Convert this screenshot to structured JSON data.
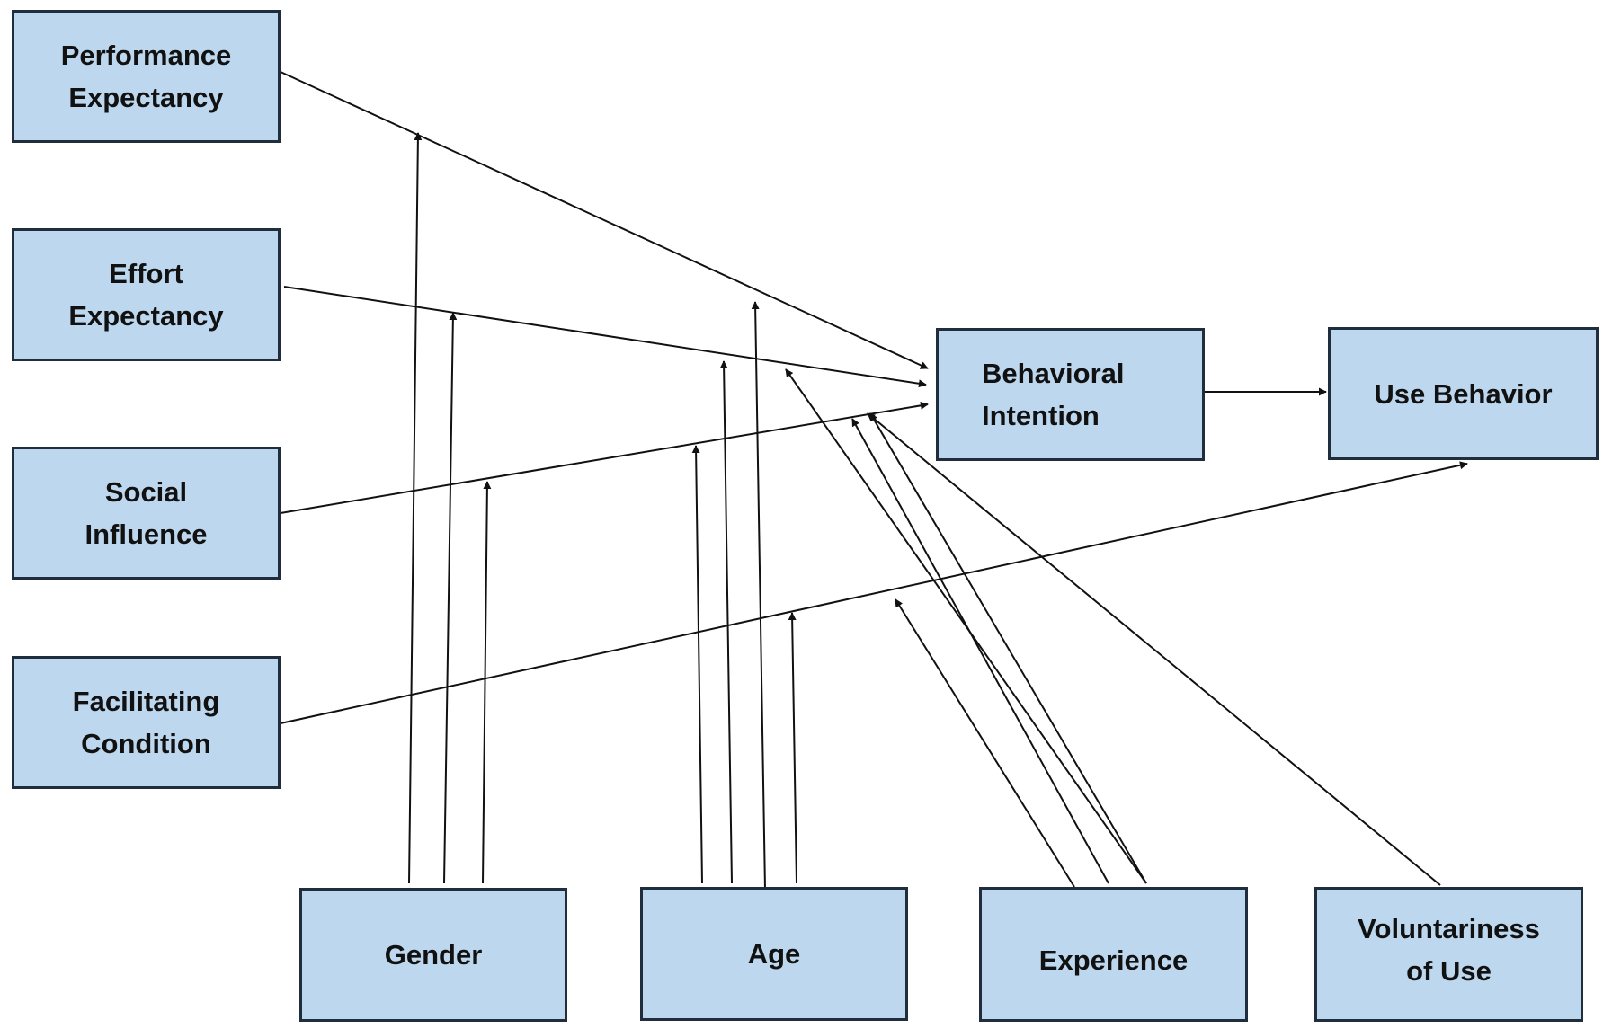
{
  "diagram": {
    "nodes": {
      "performance_expectancy": "Performance\nExpectancy",
      "effort_expectancy": "Effort\nExpectancy",
      "social_influence": "Social\nInfluence",
      "facilitating_condition": "Facilitating\nCondition",
      "behavioral_intention": "Behavioral\nIntention",
      "use_behavior": "Use Behavior",
      "gender": "Gender",
      "age": "Age",
      "experience": "Experience",
      "voluntariness_of_use": "Voluntariness\nof Use"
    },
    "edges": [
      {
        "from": "performance_expectancy",
        "to": "behavioral_intention"
      },
      {
        "from": "effort_expectancy",
        "to": "behavioral_intention"
      },
      {
        "from": "social_influence",
        "to": "behavioral_intention"
      },
      {
        "from": "facilitating_condition",
        "to": "use_behavior"
      },
      {
        "from": "behavioral_intention",
        "to": "use_behavior"
      },
      {
        "from": "gender",
        "to": "performance_expectancy->behavioral_intention"
      },
      {
        "from": "gender",
        "to": "effort_expectancy->behavioral_intention"
      },
      {
        "from": "gender",
        "to": "social_influence->behavioral_intention"
      },
      {
        "from": "age",
        "to": "performance_expectancy->behavioral_intention"
      },
      {
        "from": "age",
        "to": "effort_expectancy->behavioral_intention"
      },
      {
        "from": "age",
        "to": "social_influence->behavioral_intention"
      },
      {
        "from": "age",
        "to": "facilitating_condition->use_behavior"
      },
      {
        "from": "experience",
        "to": "effort_expectancy->behavioral_intention"
      },
      {
        "from": "experience",
        "to": "social_influence->behavioral_intention"
      },
      {
        "from": "experience",
        "to": "facilitating_condition->use_behavior"
      },
      {
        "from": "voluntariness_of_use",
        "to": "social_influence->behavioral_intention"
      }
    ],
    "colors": {
      "node_fill": "#bdd7ee",
      "node_border": "#1f2d3d",
      "line": "#111111"
    }
  }
}
